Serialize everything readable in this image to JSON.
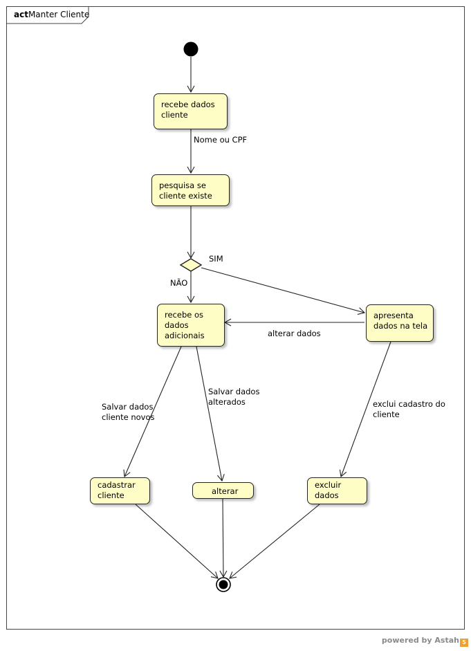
{
  "frame": {
    "keyword": "act",
    "name": "Manter Cliente"
  },
  "nodes": {
    "recebe_dados": [
      "recebe dados",
      "cliente"
    ],
    "pesquisa": [
      "pesquisa se",
      "cliente existe"
    ],
    "recebe_adicionais": [
      "recebe os",
      "dados",
      "adicionais"
    ],
    "apresenta": [
      "apresenta",
      "dados na tela"
    ],
    "cadastrar": [
      "cadastrar",
      "cliente"
    ],
    "alterar": [
      "alterar"
    ],
    "excluir": [
      "excluir",
      "dados"
    ]
  },
  "edge_labels": {
    "nome_cpf": [
      "Nome ou CPF"
    ],
    "sim": [
      "SIM"
    ],
    "nao": [
      "NÃO"
    ],
    "alterar_dados": [
      "alterar dados"
    ],
    "salvar_novos": [
      "Salvar dados",
      "cliente novos"
    ],
    "salvar_alterados": [
      "Salvar dados",
      "alterados"
    ],
    "exclui_cadastro": [
      "exclui cadastro do",
      "cliente"
    ]
  },
  "watermark": {
    "text": "powered by Astah",
    "badge": "5"
  },
  "colors": {
    "action_fill": "#fffdc6",
    "stroke": "#222222",
    "frame": "#444444"
  }
}
